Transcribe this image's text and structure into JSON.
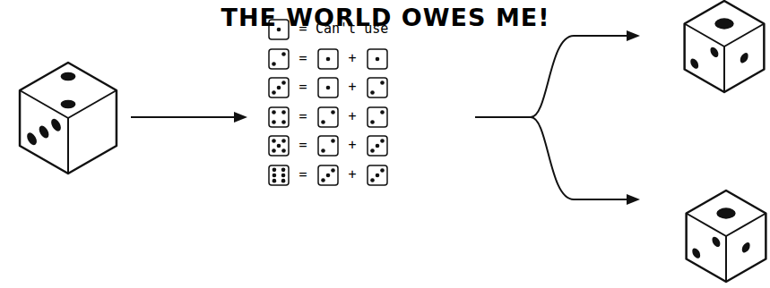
{
  "diagram": {
    "title": "THE WORLD OWES ME!",
    "labels": [
      "=",
      "Can't use",
      "=",
      "+",
      "=",
      "+",
      "=",
      "+",
      "=",
      "+",
      "=",
      "+"
    ]
  }
}
